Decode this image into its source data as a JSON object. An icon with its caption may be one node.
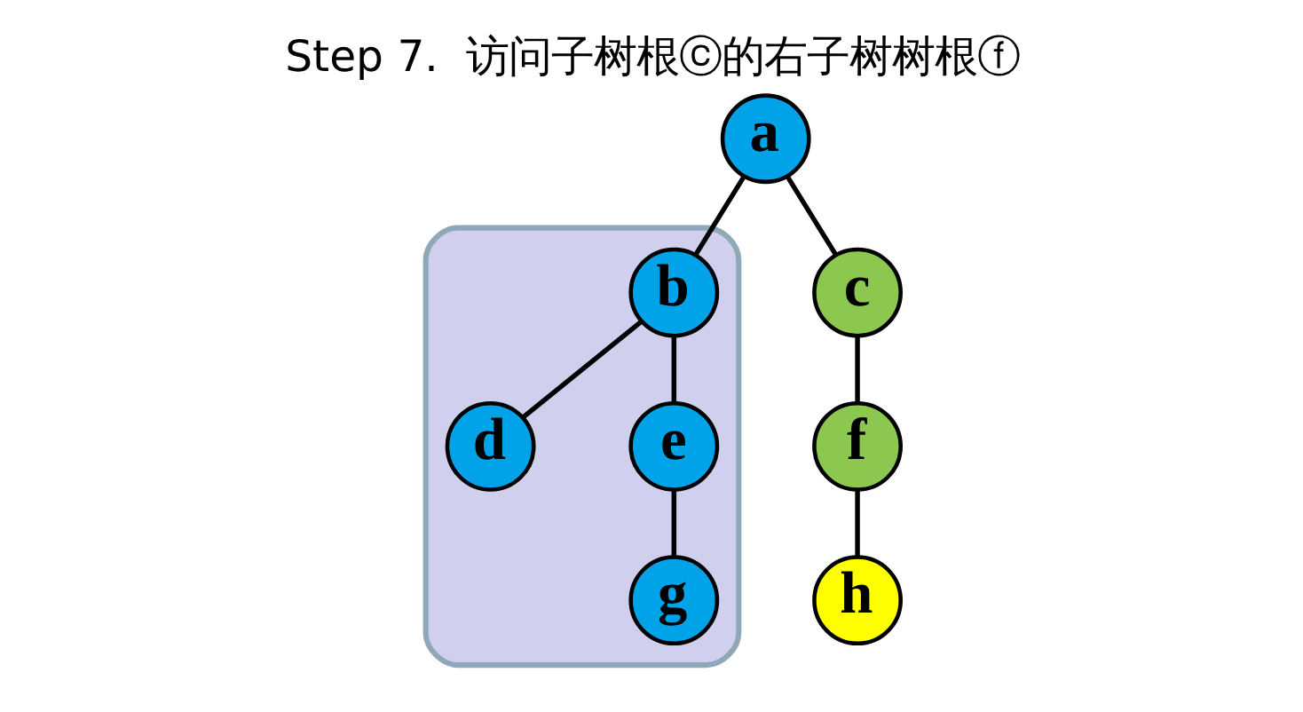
{
  "diagram": {
    "title": "Step 7.  访问子树根ⓒ的右子树树根ⓕ",
    "nodes": [
      {
        "text": [
          "a"
        ]
      },
      {
        "text": [],
        "shape": "ellipse"
      },
      {
        "text": [
          "b"
        ],
        "in": 1
      },
      {
        "text": [
          "c"
        ]
      },
      {
        "text": [
          "d"
        ],
        "in": 1
      },
      {
        "text": [
          "e"
        ],
        "in": 1
      },
      {
        "text": [
          "f"
        ]
      },
      {
        "text": [
          "g"
        ],
        "in": 1
      },
      {
        "text": [
          "h"
        ]
      }
    ],
    "edges": [
      {
        "from": 0,
        "to": 2,
        "arrow": "none"
      },
      {
        "from": 0,
        "to": 3,
        "arrow": "none"
      },
      {
        "from": 2,
        "to": 4,
        "arrow": "none"
      },
      {
        "from": 2,
        "to": 5,
        "arrow": "none"
      },
      {
        "from": 5,
        "to": 7,
        "arrow": "none"
      },
      {
        "from": 3,
        "to": 6,
        "arrow": "none"
      },
      {
        "from": 6,
        "to": 8,
        "arrow": "none"
      }
    ]
  }
}
